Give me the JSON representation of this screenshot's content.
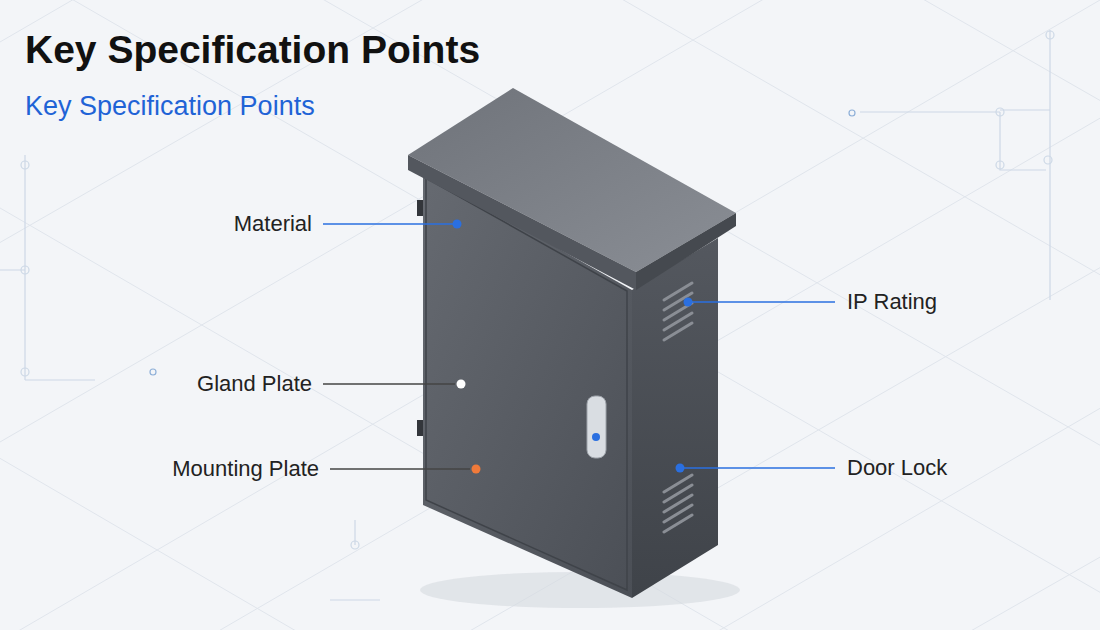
{
  "diagram": {
    "title": "Key Specification Points",
    "labels": [
      "Key Specification Points",
      "Material",
      "Gland Plate",
      "Mounting Plate",
      "IP Rating",
      "Door Lock"
    ]
  }
}
